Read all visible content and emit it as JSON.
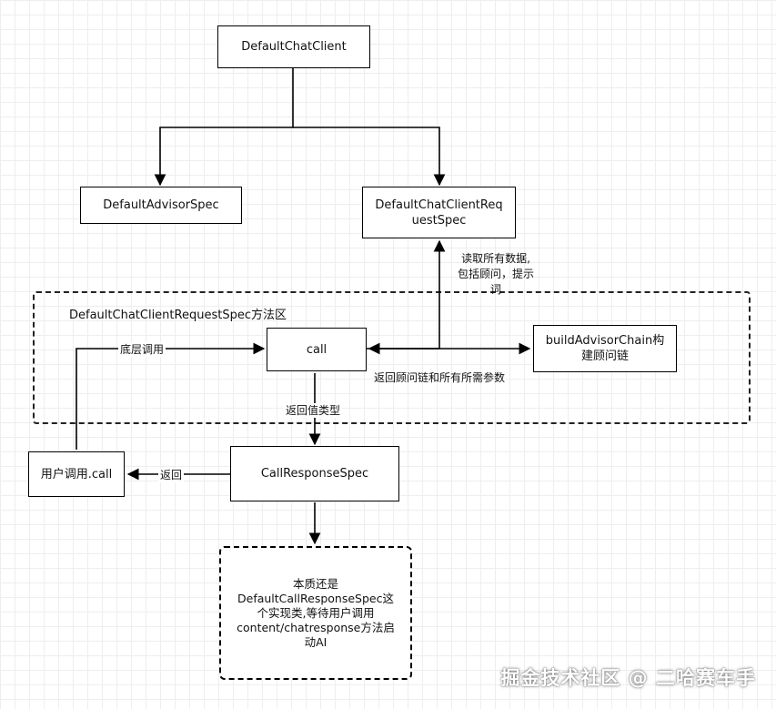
{
  "nodes": {
    "default_chat_client": "DefaultChatClient",
    "default_advisor_spec": "DefaultAdvisorSpec",
    "request_spec": "DefaultChatClientReq\nuestSpec",
    "call": "call",
    "build_advisor_chain": "buildAdvisorChain构\n建顾问链",
    "user_call": "用户调用.call",
    "call_response_spec": "CallResponseSpec",
    "essence_note": "本质还是\nDefaultCallResponseSpec这\n个实现类,等待用户调用\ncontent/chatresponse方法启\n动AI"
  },
  "region": {
    "title": "DefaultChatClientRequestSpec方法区"
  },
  "edge_labels": {
    "read_all_data": "读取所有数据,\n包括顾问，提示\n词",
    "return_chain": "返回顾问链和所有所需参数",
    "underlying_call": "底层调用",
    "return_type": "返回值类型",
    "return": "返回"
  },
  "watermark": "掘金技术社区 @ 二哈赛车手",
  "colors": {
    "line": "#000000",
    "grid": "#eeeeee"
  }
}
